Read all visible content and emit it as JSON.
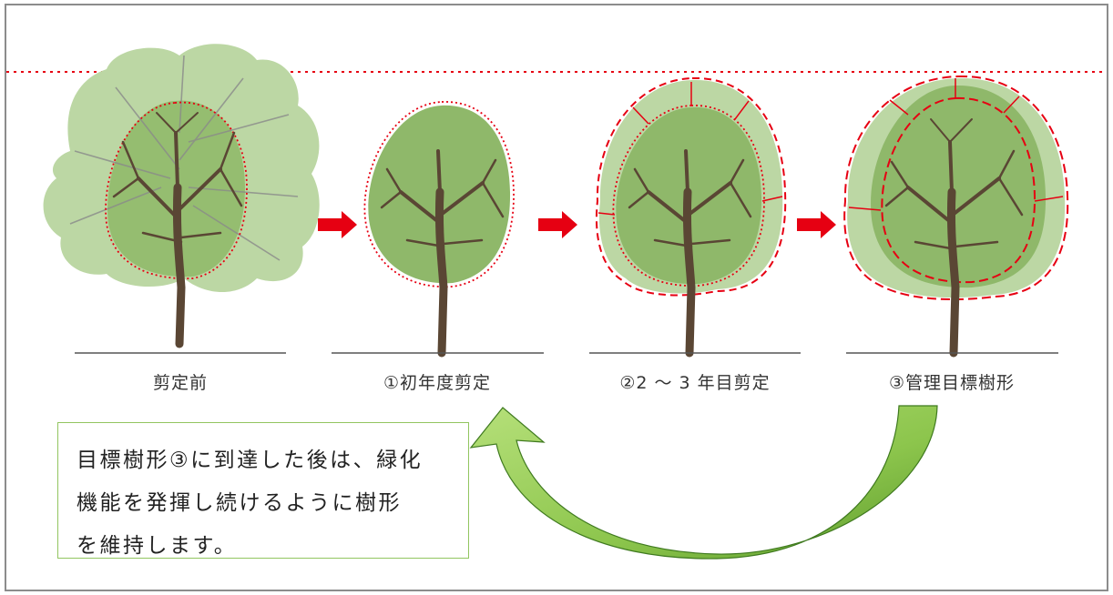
{
  "stages": [
    {
      "label": "剪定前"
    },
    {
      "label": "①初年度剪定"
    },
    {
      "label": "②2 〜 3 年目剪定"
    },
    {
      "label": "③管理目標樹形"
    }
  ],
  "note": {
    "lines": [
      "目標樹形③に到達した後は、緑化",
      "機能を発揮し続けるように樹形",
      "を維持します。"
    ]
  },
  "colors": {
    "frame": "#8c8c8c",
    "guide_line": "#e60012",
    "arrow": "#e60012",
    "canopy_light": "#b9d4a0",
    "canopy_dark": "#8fb86a",
    "trunk": "#5a4634",
    "note_border": "#92c560",
    "curved_arrow_light": "#a9d86a",
    "curved_arrow_dark": "#5c9a2c"
  }
}
